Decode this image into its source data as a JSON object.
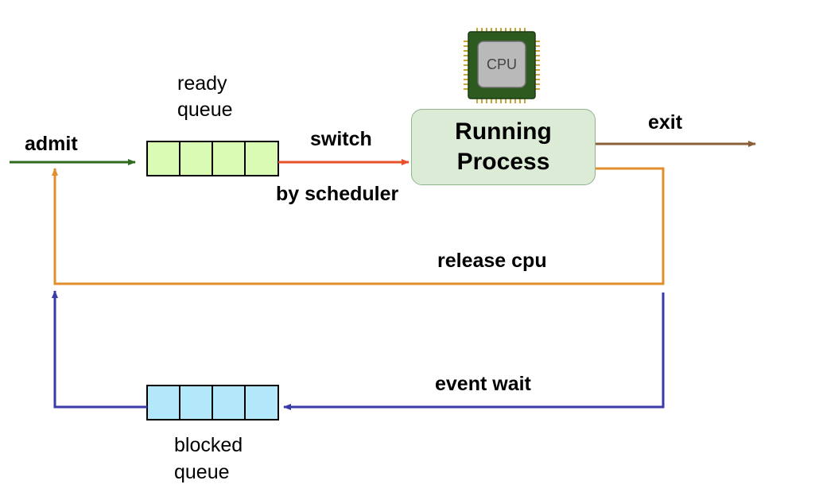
{
  "labels": {
    "admit": "admit",
    "ready_queue_line1": "ready",
    "ready_queue_line2": "queue",
    "switch": "switch",
    "by_scheduler": "by scheduler",
    "running_line1": "Running",
    "running_line2": "Process",
    "exit": "exit",
    "release_cpu": "release cpu",
    "event_wait": "event wait",
    "blocked_queue_line1": "blocked",
    "blocked_queue_line2": "queue",
    "cpu_chip": "CPU"
  },
  "colors": {
    "admit_arrow": "#2e6b1f",
    "switch_arrow": "#e8502a",
    "exit_arrow": "#8a6039",
    "release_cpu_arrow": "#e08f2c",
    "event_wait_arrow": "#3a3aa8",
    "ready_queue_fill": "#d9fbb3",
    "blocked_queue_fill": "#b3e8fb",
    "running_fill": "#dcebd6"
  },
  "queues": {
    "ready_slots": 4,
    "blocked_slots": 4
  }
}
